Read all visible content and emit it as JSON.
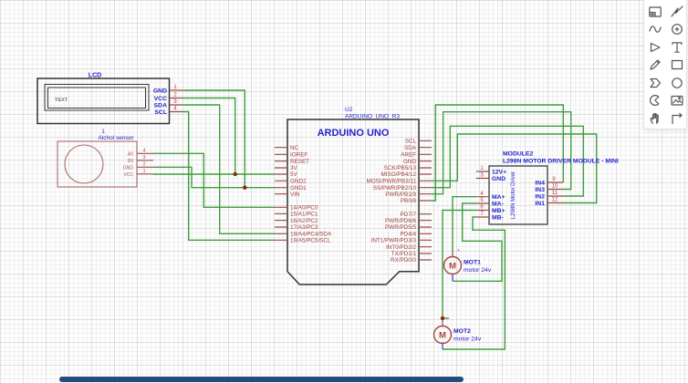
{
  "schematic": {
    "lcd": {
      "label": "LCD",
      "screen_text": "TEXT",
      "pins": [
        {
          "name": "GND",
          "number": "1"
        },
        {
          "name": "VCC",
          "number": "2"
        },
        {
          "name": "SDA",
          "number": "3"
        },
        {
          "name": "SCL",
          "number": "4"
        }
      ]
    },
    "alcohol_sensor": {
      "designator": "1",
      "label": "Alchol sensor",
      "pins": [
        {
          "name": "A0",
          "number": "4"
        },
        {
          "name": "D0",
          "number": "3"
        },
        {
          "name": "GND",
          "number": "2"
        },
        {
          "name": "VCC",
          "number": "1"
        }
      ]
    },
    "arduino": {
      "designator": "U2",
      "part": "ARDUINO_UNO_R3",
      "title": "ARDUINO UNO",
      "left_pins": [
        "NC",
        "IOREF",
        "RESET",
        "3V",
        "5V",
        "GND2",
        "GND1",
        "VIN",
        "14/A0/PC0",
        "15/A1/PC1",
        "16/A2/PC2",
        "17/A3/PC3",
        "18/A4/PC4/SDA",
        "19/A5/PC5/SCL"
      ],
      "right_pins": [
        "SCL",
        "SDA",
        "AREF",
        "GND",
        "SCK/PB5/13",
        "MISO/PB4/12",
        "MOSI/PWR/PB3/11",
        "SS/PWR/PB2/10",
        "PWR/PB1/9",
        "PB0/8",
        "PD7/7",
        "PWR/PD6/6",
        "PWR/PD5/5",
        "PD4/4",
        "INT1/PWR/PD3/3",
        "INT0/PD2/2",
        "TX/PD1/1",
        "RX/PD0/0"
      ]
    },
    "motor_driver": {
      "designator": "MODULE2",
      "part": "L298N MOTOR DRIVER MODULE - MINI",
      "body_label": "L298N Motor Driver",
      "left_pins": [
        {
          "name": "12V+",
          "number": "1"
        },
        {
          "name": "GND",
          "number": "3"
        },
        {
          "name": "MA+",
          "number": "4"
        },
        {
          "name": "MA-",
          "number": "5"
        },
        {
          "name": "MB+",
          "number": "6"
        },
        {
          "name": "MB-",
          "number": "7"
        }
      ],
      "right_pins": [
        {
          "name": "IN4",
          "number": "9"
        },
        {
          "name": "IN3",
          "number": "10"
        },
        {
          "name": "IN2",
          "number": "11"
        },
        {
          "name": "IN1",
          "number": "12"
        }
      ]
    },
    "motor1": {
      "designator": "MOT1",
      "value": "motor 24v",
      "symbol": "M",
      "plus": "+"
    },
    "motor2": {
      "designator": "MOT2",
      "value": "motor 24v",
      "symbol": "M"
    }
  },
  "toolbar": {
    "icons": [
      "frame-sheet",
      "wire",
      "bezier-curve",
      "arc-circle",
      "arrowhead",
      "text",
      "pencil",
      "rectangle",
      "polygon",
      "ellipse",
      "pie-arc",
      "image",
      "drag-hand",
      "polyline"
    ]
  },
  "colors": {
    "wire_green": "#3f9e3f",
    "pin_red": "#9c4a4a",
    "label_blue": "#2222cc",
    "pin_text_red": "#a03c3c",
    "junction_red": "#8b2222",
    "sensor_outline": "#b06a6a",
    "motor_outline": "#a94442",
    "scrollbar_navy": "#254a80",
    "toolbar_icon_gray": "#555555"
  }
}
